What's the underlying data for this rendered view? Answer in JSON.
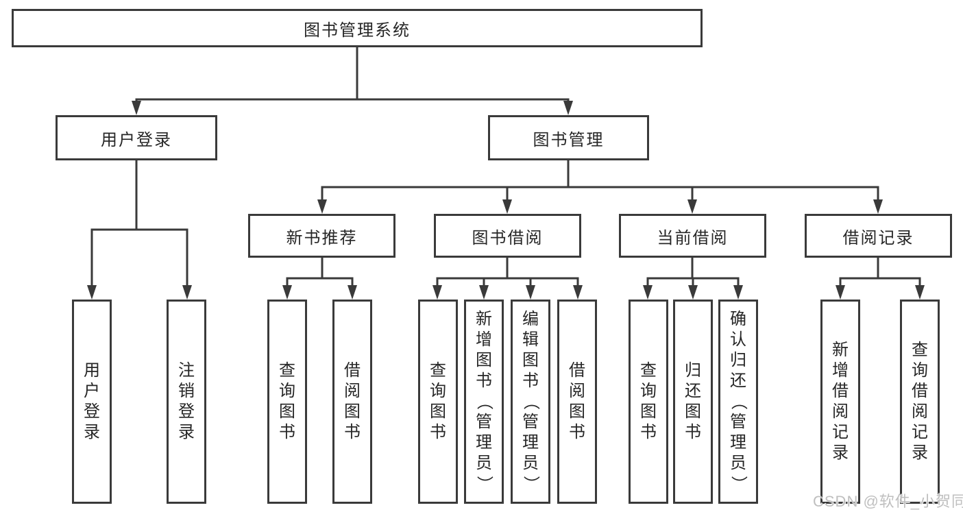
{
  "tree": {
    "label": "图书管理系统",
    "children": [
      {
        "label": "用户登录",
        "children": [
          {
            "label": "用户登录"
          },
          {
            "label": "注销登录"
          }
        ]
      },
      {
        "label": "图书管理",
        "children": [
          {
            "label": "新书推荐",
            "children": [
              {
                "label": "查询图书"
              },
              {
                "label": "借阅图书"
              }
            ]
          },
          {
            "label": "图书借阅",
            "children": [
              {
                "label": "查询图书"
              },
              {
                "label": "新增图书（管理员）"
              },
              {
                "label": "编辑图书（管理员）"
              },
              {
                "label": "借阅图书"
              }
            ]
          },
          {
            "label": "当前借阅",
            "children": [
              {
                "label": "查询图书"
              },
              {
                "label": "归还图书"
              },
              {
                "label": "确认归还（管理员）"
              }
            ]
          },
          {
            "label": "借阅记录",
            "children": [
              {
                "label": "新增借阅记录"
              },
              {
                "label": "查询借阅记录"
              }
            ]
          }
        ]
      }
    ]
  },
  "watermark": {
    "text": "CSDN @软件_小贺同学"
  },
  "colors": {
    "line": "#3a3a3a",
    "text": "#262626",
    "background": "#ffffff",
    "watermark": "#bfbfbf"
  }
}
